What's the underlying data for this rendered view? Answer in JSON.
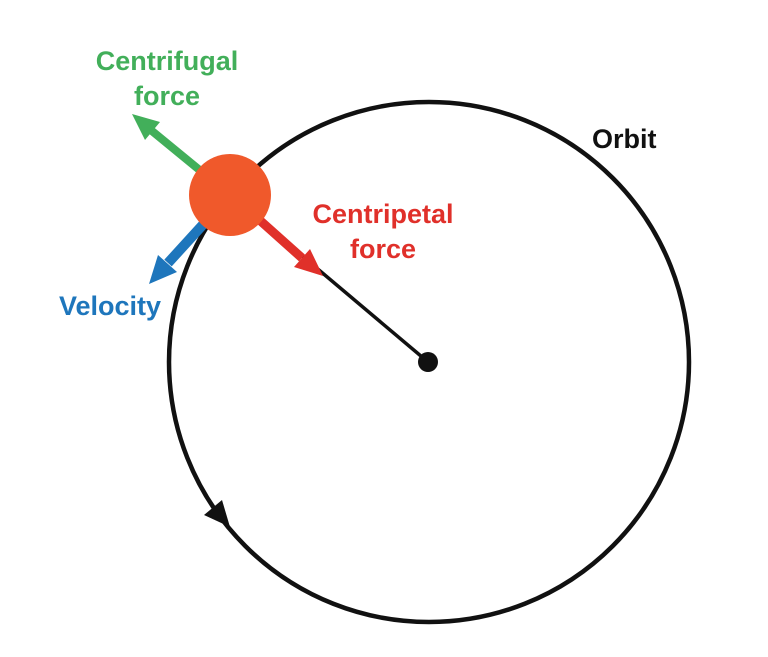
{
  "figure": {
    "kind": "circular-motion-physics-diagram",
    "background": "#ffffff"
  },
  "labels": {
    "centrifugal_line1": "Centrifugal",
    "centrifugal_line2": "force",
    "centripetal_line1": "Centripetal",
    "centripetal_line2": "force",
    "velocity": "Velocity",
    "orbit": "Orbit"
  },
  "colors": {
    "centrifugal_green": "#42AF5A",
    "velocity_blue": "#1E76BC",
    "centripetal_red": "#E0302A",
    "body_orange": "#F0592B",
    "orbit_black": "#111111"
  }
}
